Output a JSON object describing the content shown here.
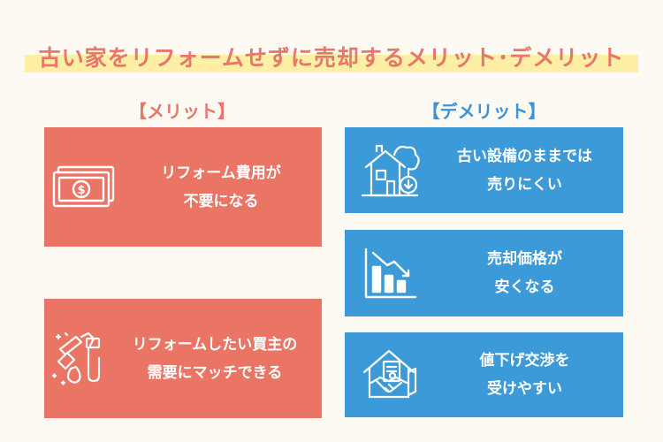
{
  "title": "古い家をリフォームせずに売却するメリット･デメリット",
  "merit": {
    "heading": "【メリット】",
    "items": [
      {
        "line1": "リフォーム費用が",
        "line2": "不要になる",
        "icon": "money-icon"
      },
      {
        "line1": "リフォームしたい買主の",
        "line2": "需要にマッチできる",
        "icon": "renovation-tools-icon"
      }
    ]
  },
  "demerit": {
    "heading": "【デメリット】",
    "items": [
      {
        "line1": "古い設備のままでは",
        "line2": "売りにくい",
        "icon": "old-house-icon"
      },
      {
        "line1": "売却価格が",
        "line2": "安くなる",
        "icon": "declining-chart-icon"
      },
      {
        "line1": "値下げ交渉を",
        "line2": "受けやすい",
        "icon": "handshake-house-icon"
      }
    ]
  },
  "colors": {
    "merit": "#ea7565",
    "demerit": "#3d9ad9",
    "highlight": "#fdf0a4"
  }
}
